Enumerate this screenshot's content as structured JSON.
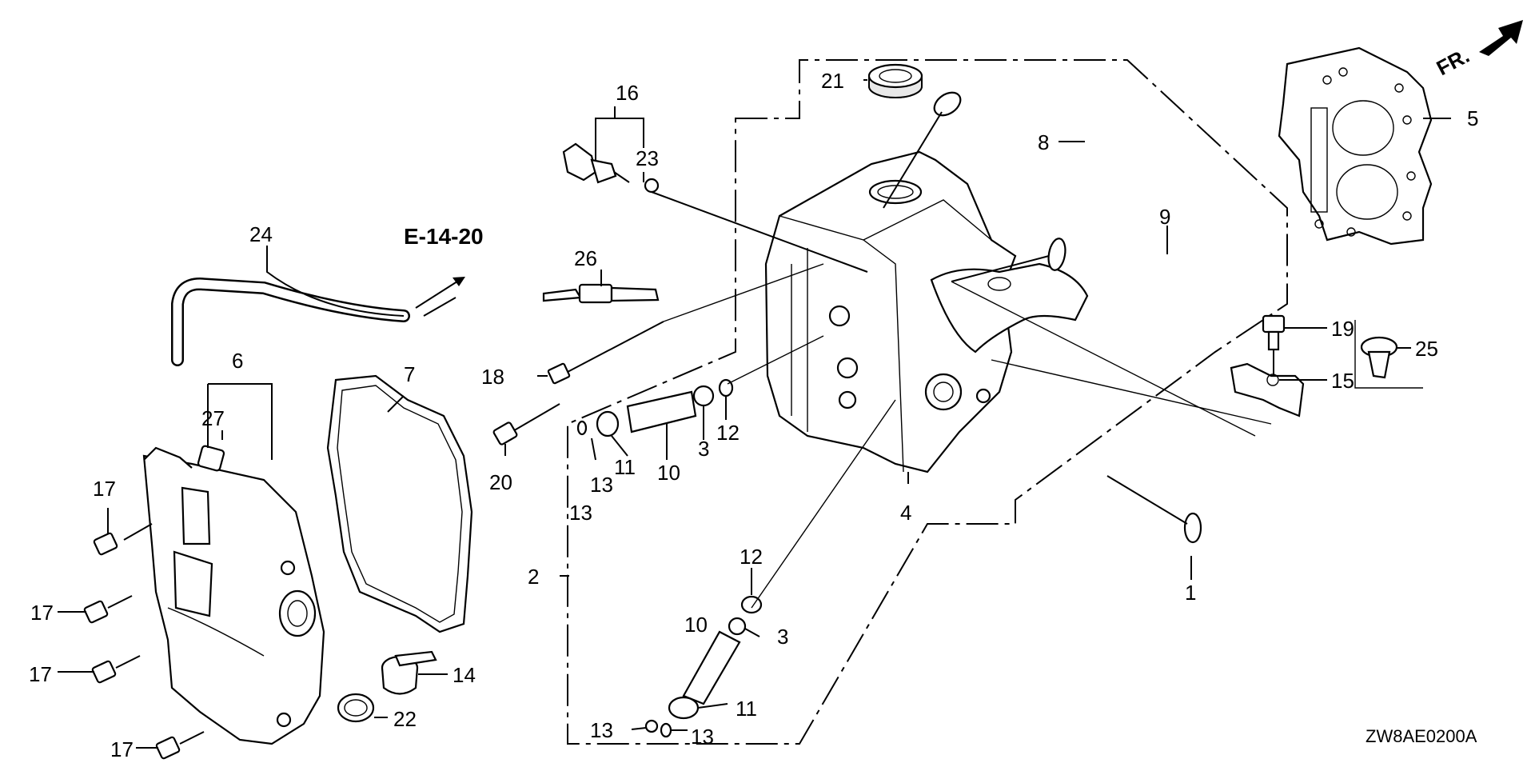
{
  "diagram": {
    "title_code": "ZW8AE0200A",
    "front_indicator": "FR.",
    "reference": "E-14-20",
    "callouts": [
      {
        "id": "c1",
        "label": "1",
        "part": "valve-exhaust"
      },
      {
        "id": "c2",
        "label": "2",
        "part": "cylinder-head-assembly"
      },
      {
        "id": "c3a",
        "label": "3",
        "part": "valve-stem-seal"
      },
      {
        "id": "c3b",
        "label": "3",
        "part": "valve-stem-seal"
      },
      {
        "id": "c4",
        "label": "4",
        "part": "cylinder-head"
      },
      {
        "id": "c5",
        "label": "5",
        "part": "cylinder-head-gasket"
      },
      {
        "id": "c6",
        "label": "6",
        "part": "breather-assembly"
      },
      {
        "id": "c7",
        "label": "7",
        "part": "head-cover-gasket"
      },
      {
        "id": "c8",
        "label": "8",
        "part": "valve-intake"
      },
      {
        "id": "c9",
        "label": "9",
        "part": "valve"
      },
      {
        "id": "c10a",
        "label": "10",
        "part": "valve-spring"
      },
      {
        "id": "c10b",
        "label": "10",
        "part": "valve-spring"
      },
      {
        "id": "c11a",
        "label": "11",
        "part": "spring-retainer"
      },
      {
        "id": "c11b",
        "label": "11",
        "part": "spring-retainer"
      },
      {
        "id": "c12a",
        "label": "12",
        "part": "spring-seat"
      },
      {
        "id": "c12b",
        "label": "12",
        "part": "spring-seat"
      },
      {
        "id": "c13a",
        "label": "13",
        "part": "cotter"
      },
      {
        "id": "c13b",
        "label": "13",
        "part": "cotter"
      },
      {
        "id": "c13c",
        "label": "13",
        "part": "cotter"
      },
      {
        "id": "c13d",
        "label": "13",
        "part": "cotter"
      },
      {
        "id": "c14",
        "label": "14",
        "part": "oil-filler-cap"
      },
      {
        "id": "c15",
        "label": "15",
        "part": "bracket"
      },
      {
        "id": "c16",
        "label": "16",
        "part": "thermo-switch-assembly"
      },
      {
        "id": "c17a",
        "label": "17",
        "part": "flange-bolt"
      },
      {
        "id": "c17b",
        "label": "17",
        "part": "flange-bolt"
      },
      {
        "id": "c17c",
        "label": "17",
        "part": "flange-bolt"
      },
      {
        "id": "c17d",
        "label": "17",
        "part": "flange-bolt"
      },
      {
        "id": "c18",
        "label": "18",
        "part": "stud-bolt"
      },
      {
        "id": "c19",
        "label": "19",
        "part": "flange-bolt"
      },
      {
        "id": "c20",
        "label": "20",
        "part": "flange-bolt"
      },
      {
        "id": "c21",
        "label": "21",
        "part": "oil-seal"
      },
      {
        "id": "c22",
        "label": "22",
        "part": "o-ring"
      },
      {
        "id": "c23",
        "label": "23",
        "part": "washer"
      },
      {
        "id": "c24",
        "label": "24",
        "part": "breather-tube"
      },
      {
        "id": "c25",
        "label": "25",
        "part": "clip"
      },
      {
        "id": "c26",
        "label": "26",
        "part": "spark-plug"
      },
      {
        "id": "c27",
        "label": "27",
        "part": "breather-joint"
      }
    ]
  }
}
